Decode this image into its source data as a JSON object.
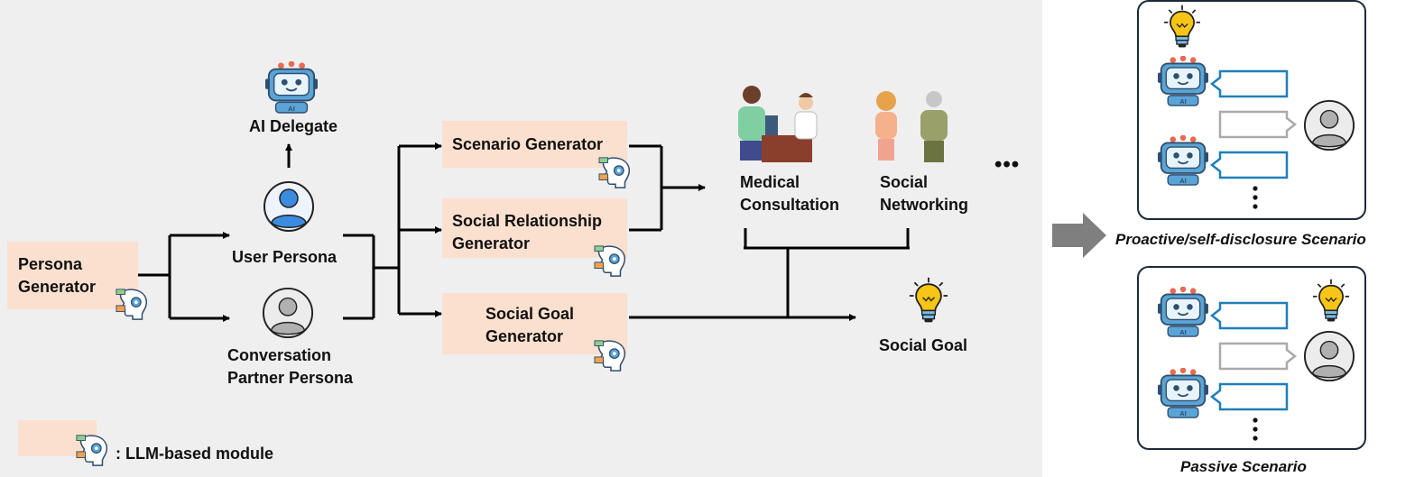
{
  "modules": {
    "persona_generator": "Persona\nGenerator",
    "scenario_generator": "Scenario Generator",
    "social_relationship_generator": "Social Relationship\nGenerator",
    "social_goal_generator": "Social Goal\nGenerator"
  },
  "personas": {
    "ai_delegate": "AI Delegate",
    "user_persona": "User Persona",
    "partner_persona": "Conversation\nPartner Persona"
  },
  "scenarios": {
    "medical": "Medical\nConsultation",
    "social": "Social\nNetworking",
    "ellipsis": "•••",
    "social_goal": "Social Goal"
  },
  "legend": {
    "text": ": LLM-based module"
  },
  "outputs": {
    "proactive": "Proactive/self-disclosure Scenario",
    "passive": "Passive Scenario"
  },
  "colors": {
    "module_fill": "#fce0cf",
    "panel_bg": "#efefef",
    "bubble_blue": "#1f7fb8",
    "bubble_gray": "#aaaaaa",
    "bulb": "#f6c515",
    "big_arrow": "#7f7f7f"
  },
  "icons": [
    "robot-ai-icon",
    "user-avatar-icon",
    "llm-head-gear-icon",
    "lightbulb-icon",
    "doctor-patient-icon",
    "friends-icon",
    "speech-bubble-icon"
  ]
}
